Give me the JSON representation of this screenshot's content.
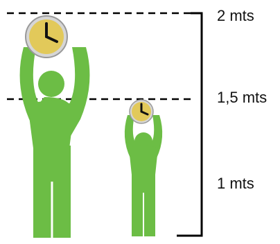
{
  "labels": {
    "top": "2 mts",
    "middle": "1,5 mts",
    "bottom": "1 mts"
  },
  "figures": {
    "tall_person": "person-holding-clock-tall",
    "short_person": "person-holding-clock-short"
  },
  "icons": [
    "clock-icon",
    "person-icon"
  ],
  "colors": {
    "figure_green": "#6cbd45",
    "clock_face": "#e2c95a",
    "clock_rim": "#b9b9b9",
    "clock_hands": "#111111",
    "lines": "#000000"
  }
}
